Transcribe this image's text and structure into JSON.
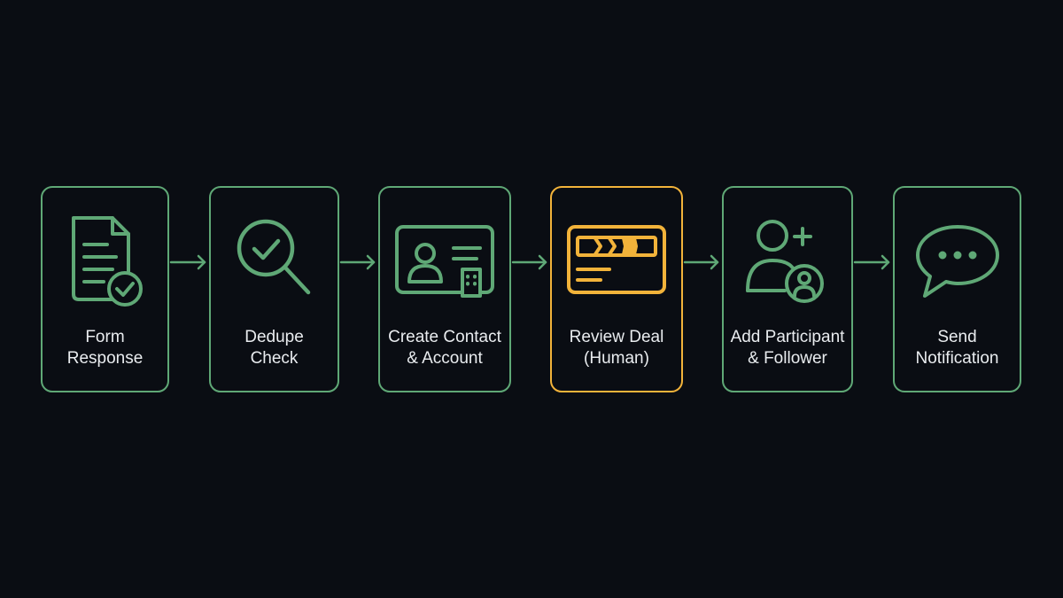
{
  "steps": [
    {
      "line1": "Form",
      "line2": "Response",
      "icon": "form-document-check-icon",
      "highlight": false
    },
    {
      "line1": "Dedupe",
      "line2": "Check",
      "icon": "magnifier-check-icon",
      "highlight": false
    },
    {
      "line1": "Create Contact",
      "line2": "& Account",
      "icon": "contact-card-building-icon",
      "highlight": false
    },
    {
      "line1": "Review Deal",
      "line2": "(Human)",
      "icon": "deal-review-card-icon",
      "highlight": true
    },
    {
      "line1": "Add Participant",
      "line2": "& Follower",
      "icon": "add-user-icon",
      "highlight": false
    },
    {
      "line1": "Send",
      "line2": "Notification",
      "icon": "chat-bubble-icon",
      "highlight": false
    }
  ],
  "colors": {
    "background": "#0a0d13",
    "accent_green": "#5fa876",
    "highlight_orange": "#f2b33a",
    "text": "#e9ecef"
  }
}
